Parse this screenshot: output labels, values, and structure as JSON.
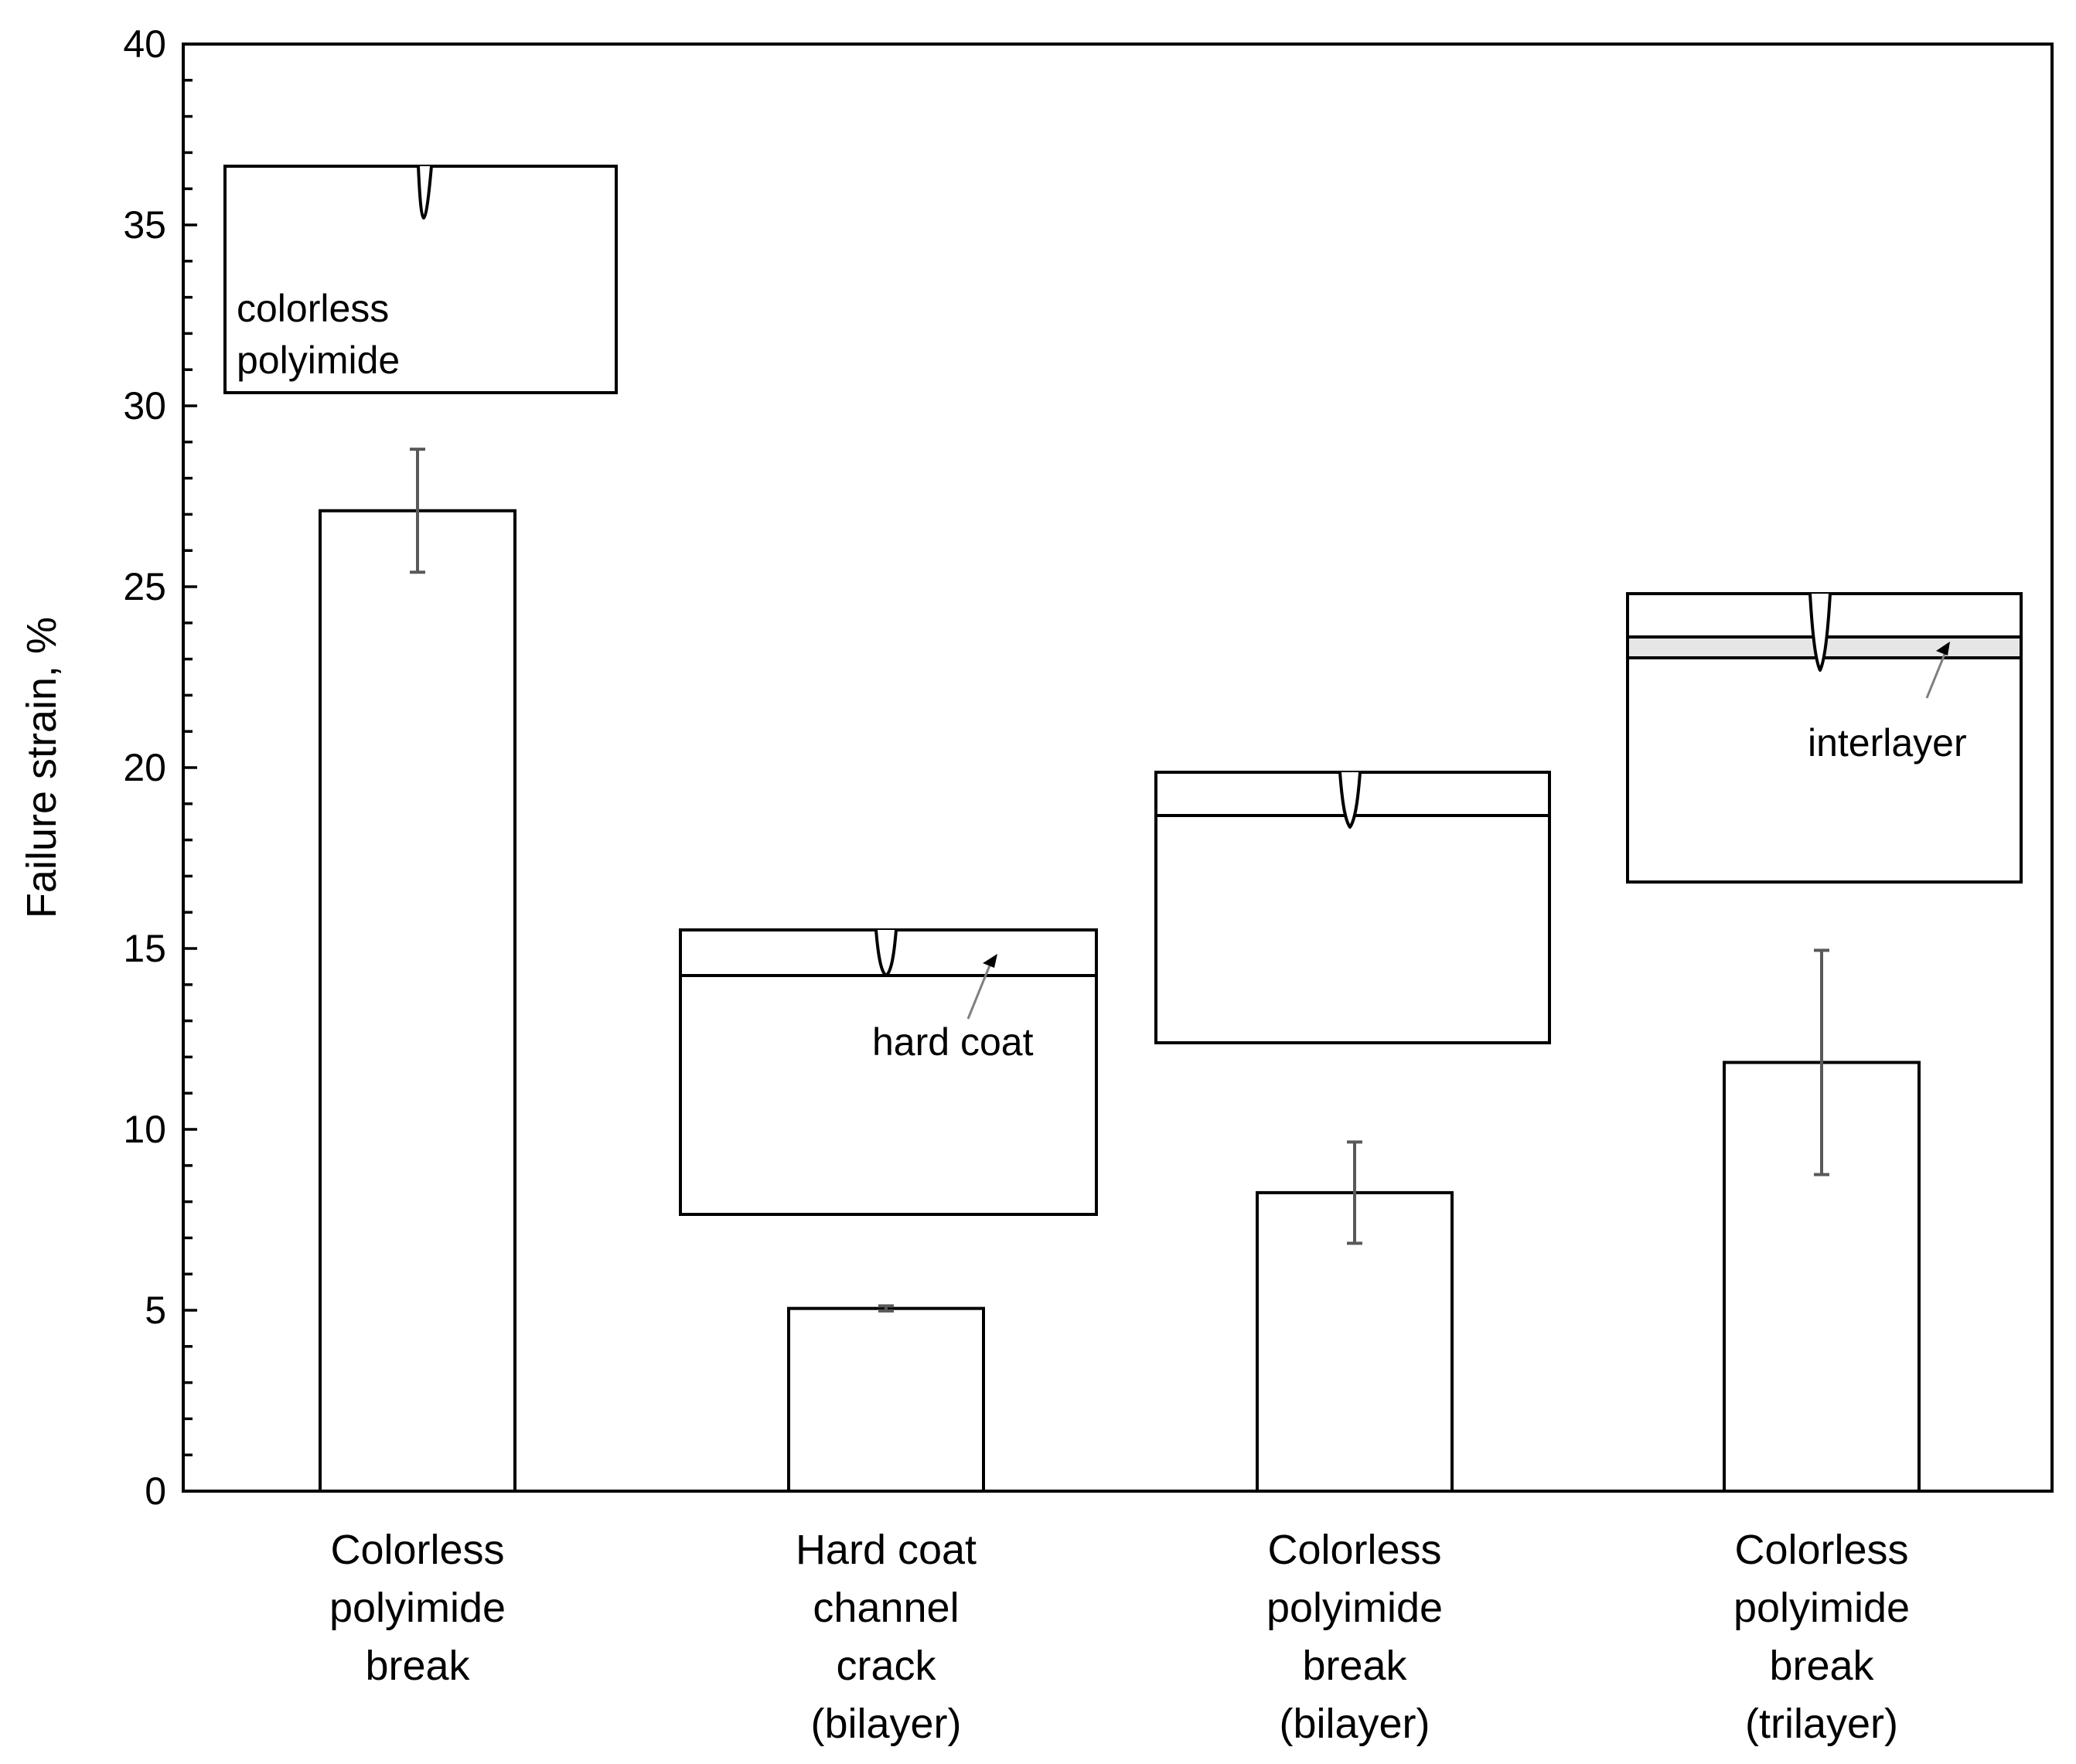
{
  "chart_data": {
    "type": "bar",
    "title": "",
    "xlabel": "",
    "ylabel": "Failure strain, %",
    "ylim": [
      0,
      40
    ],
    "yticks": [
      0,
      5,
      10,
      15,
      20,
      25,
      30,
      35,
      40
    ],
    "minor_tick_step": 1,
    "grid": false,
    "legend": "none",
    "categories": [
      [
        "Colorless",
        "polyimide",
        "break"
      ],
      [
        "Hard coat",
        "channel",
        "crack",
        "(bilayer)"
      ],
      [
        "Colorless",
        "polyimide",
        "break",
        "(bilayer)"
      ],
      [
        "Colorless",
        "polyimide",
        "break",
        "(trilayer)"
      ]
    ],
    "values": [
      27.1,
      5.05,
      8.25,
      11.85
    ],
    "error_bars": [
      {
        "low": 25.4,
        "high": 28.8
      },
      {
        "low": 4.98,
        "high": 5.12
      },
      {
        "low": 6.85,
        "high": 9.65
      },
      {
        "low": 8.75,
        "high": 14.95
      }
    ],
    "annotations": {
      "inset_1": [
        "colorless",
        "polyimide"
      ],
      "inset_2": [
        "hard coat"
      ],
      "inset_4": [
        "interlayer"
      ]
    },
    "colors": {
      "bar_fill": "#ffffff",
      "bar_edge": "#000000",
      "error_bar": "#595959"
    }
  }
}
